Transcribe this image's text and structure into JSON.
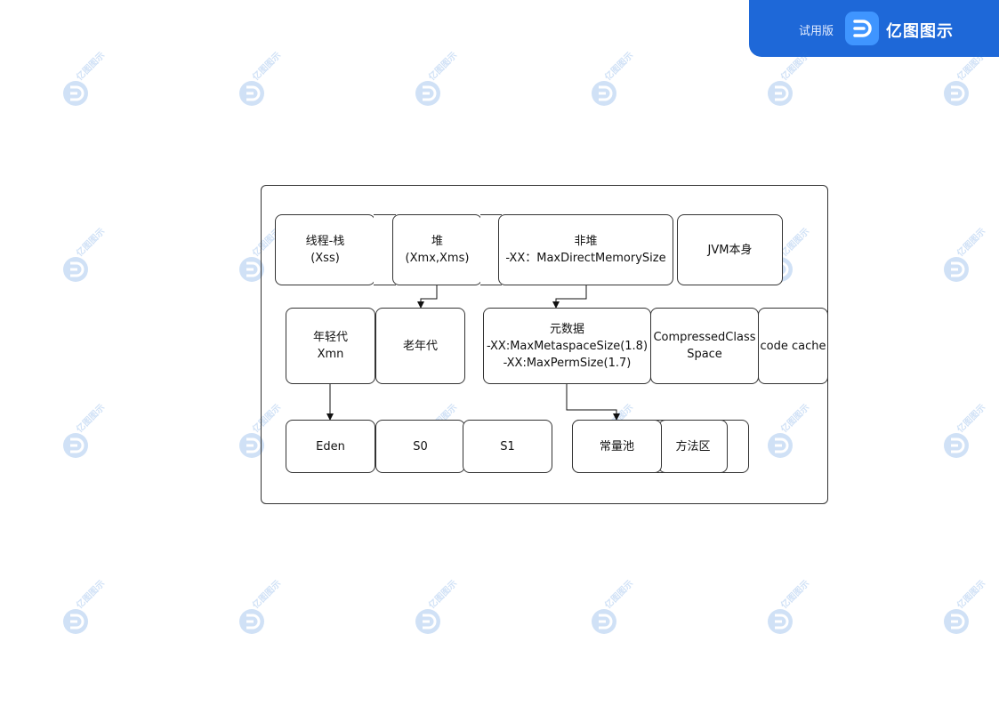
{
  "header": {
    "trial_label": "试用版",
    "brand": "亿图图示",
    "logo_icon": "edraw-logo-icon",
    "color": "#1e68d8"
  },
  "watermark": {
    "text": "亿图图示"
  },
  "diagram": {
    "row1": {
      "stack": {
        "line1": "线程-栈",
        "line2": "(Xss)"
      },
      "heap": {
        "line1": "堆",
        "line2": "(Xmx,Xms)"
      },
      "nonheap": {
        "line1": "非堆",
        "line2": "-XX：MaxDirectMemorySize"
      },
      "jvm": {
        "line1": "JVM本身"
      }
    },
    "row2": {
      "young": {
        "line1": "年轻代",
        "line2": "Xmn"
      },
      "old": {
        "line1": "老年代"
      },
      "meta": {
        "line1": "元数据",
        "line2": "-XX:MaxMetaspaceSize(1.8)",
        "line3": "-XX:MaxPermSize(1.7)"
      },
      "ccs": {
        "line1": "CompressedClass",
        "line2": "Space"
      },
      "codecache": {
        "line1": "code cache"
      }
    },
    "row3": {
      "eden": {
        "line1": "Eden"
      },
      "s0": {
        "line1": "S0"
      },
      "s1": {
        "line1": "S1"
      },
      "constpool": {
        "line1": "常量池"
      },
      "method": {
        "line1": "方法区"
      }
    }
  }
}
